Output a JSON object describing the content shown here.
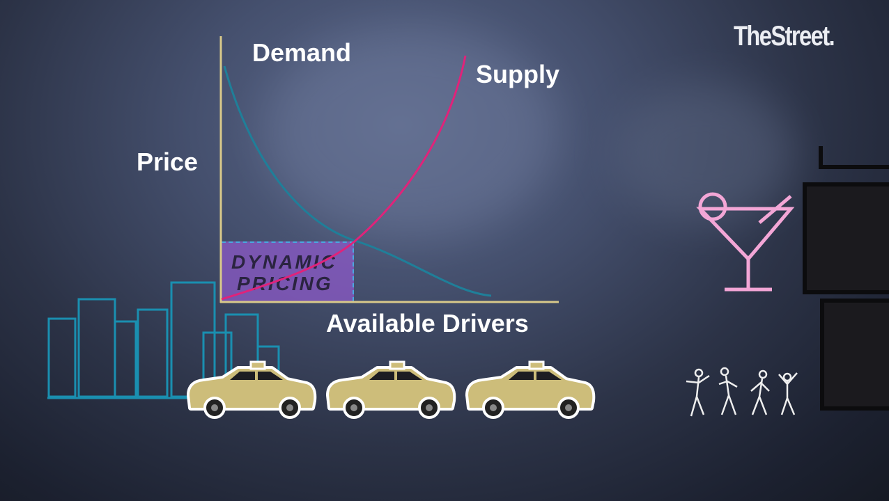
{
  "brand": {
    "logo": "TheStreet."
  },
  "diagram": {
    "y_axis_label": "Price",
    "x_axis_label": "Available Drivers",
    "curves": [
      {
        "name": "Demand",
        "color": "#1f7f99"
      },
      {
        "name": "Supply",
        "color": "#e0237a"
      }
    ],
    "highlight": {
      "line1": "DYNAMIC",
      "line2": "PRICING",
      "color": "#8c5ac8"
    }
  },
  "illustrations": {
    "cars": 3,
    "icons": [
      "city-skyline-icon",
      "cocktail-icon",
      "dancing-people-icon",
      "taxi-icon"
    ]
  }
}
